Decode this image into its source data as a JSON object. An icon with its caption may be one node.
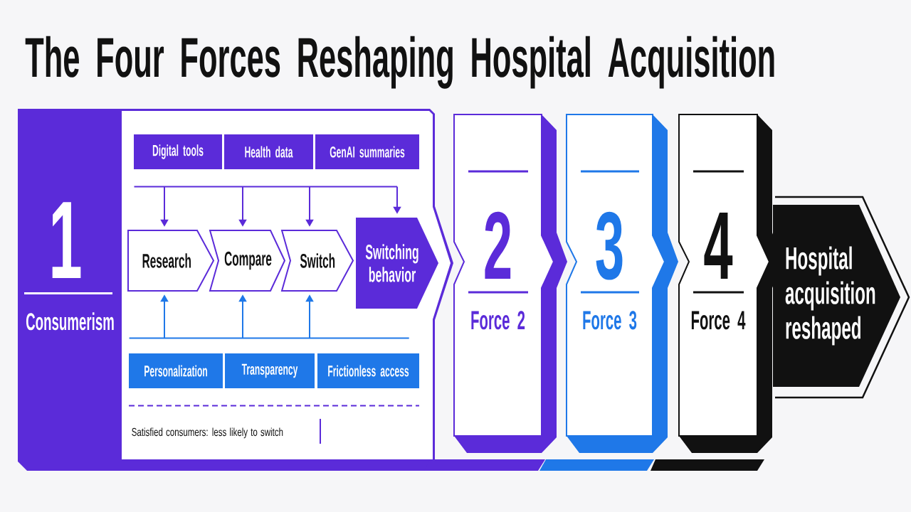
{
  "diagram": {
    "title": "The Four Forces Reshaping Hospital Acquisition",
    "nodes": [
      {
        "text": [
          "1",
          "Consumerism"
        ]
      },
      {
        "text": [
          "Digital tools"
        ],
        "in": 0
      },
      {
        "text": [
          "Health data"
        ],
        "in": 0
      },
      {
        "text": [
          "GenAI summaries"
        ],
        "in": 0
      },
      {
        "text": [
          "Research"
        ],
        "in": 0
      },
      {
        "text": [
          "Compare"
        ],
        "in": 0
      },
      {
        "text": [
          "Switch"
        ],
        "in": 0
      },
      {
        "text": [
          "Switching behavior"
        ],
        "in": 0
      },
      {
        "text": [
          "Personalization"
        ],
        "in": 0
      },
      {
        "text": [
          "Transparency"
        ],
        "in": 0
      },
      {
        "text": [
          "Frictionless access"
        ],
        "in": 0
      },
      {
        "text": [
          "2",
          "Force 2"
        ]
      },
      {
        "text": [
          "3",
          "Force 3"
        ]
      },
      {
        "text": [
          "4",
          "Force 4"
        ]
      },
      {
        "text": [
          "Hospital acquisition reshaped"
        ]
      }
    ],
    "edges": [
      {
        "from": null,
        "to": 4,
        "arrow": "to"
      },
      {
        "from": null,
        "to": 5,
        "arrow": "to"
      },
      {
        "from": null,
        "to": 6,
        "arrow": "to"
      },
      {
        "from": null,
        "to": 7,
        "arrow": "to"
      },
      {
        "from": null,
        "to": 4,
        "arrow": "to",
        "color": "#1f78e8"
      },
      {
        "from": null,
        "to": 5,
        "arrow": "to",
        "color": "#1f78e8"
      },
      {
        "from": null,
        "to": 6,
        "arrow": "to",
        "color": "#1f78e8"
      }
    ],
    "labels": [
      "Satisfied consumers: less likely to switch"
    ]
  }
}
